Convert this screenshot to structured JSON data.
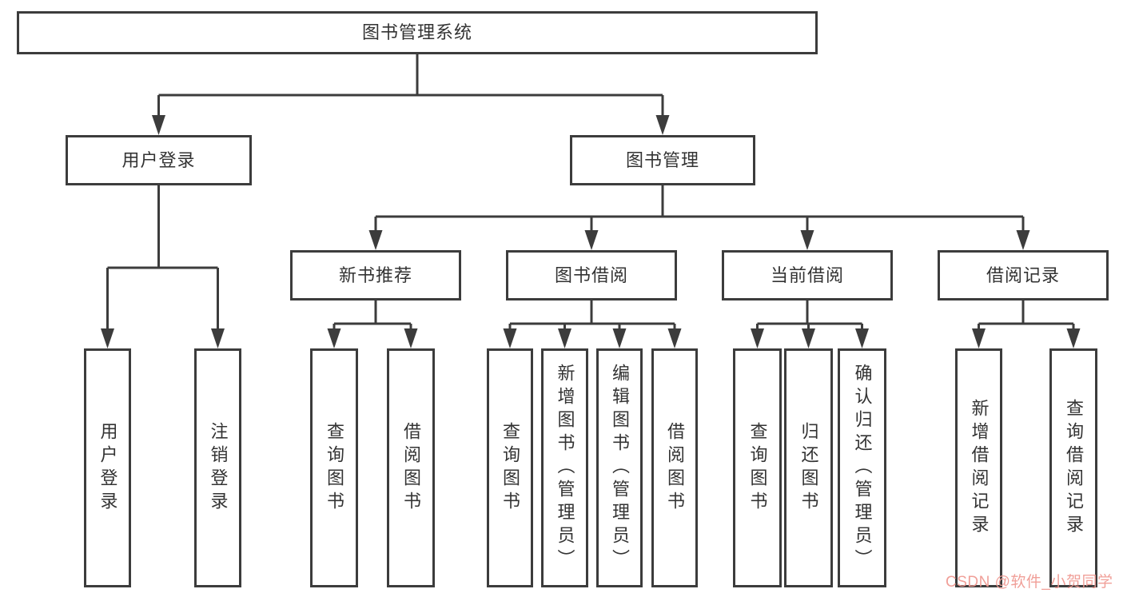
{
  "diagram": {
    "root": {
      "label": "图书管理系统"
    },
    "level2": [
      {
        "label": "用户登录"
      },
      {
        "label": "图书管理"
      }
    ],
    "level3": [
      {
        "label": "新书推荐"
      },
      {
        "label": "图书借阅"
      },
      {
        "label": "当前借阅"
      },
      {
        "label": "借阅记录"
      }
    ],
    "level4": {
      "user_login_children": [
        {
          "label": "用户登录"
        },
        {
          "label": "注销登录"
        }
      ],
      "new_book_children": [
        {
          "label": "查询图书"
        },
        {
          "label": "借阅图书"
        }
      ],
      "book_borrow_children": [
        {
          "label": "查询图书"
        },
        {
          "label": "新增图书（管理员）"
        },
        {
          "label": "编辑图书（管理员）"
        },
        {
          "label": "借阅图书"
        }
      ],
      "current_borrow_children": [
        {
          "label": "查询图书"
        },
        {
          "label": "归还图书"
        },
        {
          "label": "确认归还（管理员）"
        }
      ],
      "borrow_record_children": [
        {
          "label": "新增借阅记录"
        },
        {
          "label": "查询借阅记录"
        }
      ]
    }
  },
  "watermark": {
    "text": "CSDN @软件_小贺同学"
  },
  "colors": {
    "line": "#3c3c3c",
    "text": "#333333",
    "background": "#ffffff",
    "watermark": "#f09a93"
  }
}
